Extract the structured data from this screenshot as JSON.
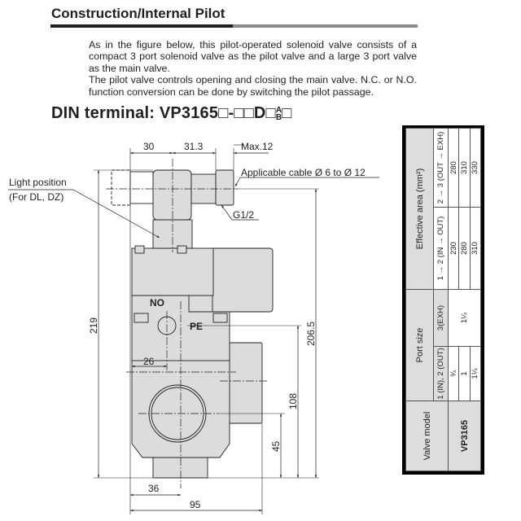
{
  "section_title": "Construction/Internal Pilot",
  "description": [
    "As in the figure below, this pilot-operated solenoid valve consists of a compact 3 port solenoid valve as the pilot valve and a large 3 port valve as the main valve.",
    "The pilot valve controls opening and closing the main valve. N.C. or N.O. function conversion can be done by switching the pilot passage."
  ],
  "subtitle": "DIN terminal: VP3165□-□□D□",
  "subtitle_sup": "A",
  "subtitle_sub": "B",
  "subtitle_end": "□",
  "drawing": {
    "dim_30": "30",
    "dim_31_3": "31.3",
    "dim_max12": "Max.12",
    "cable_label": "Applicable cable Ø 6 to Ø 12",
    "g12_label": "G1/2",
    "light_position": "Light position",
    "light_position_note": "(For DL, DZ)",
    "no_label": "NO",
    "pe_label": "PE",
    "dim_219": "219",
    "dim_206_5": "206.5",
    "dim_26": "26",
    "dim_108": "108",
    "dim_45": "45",
    "dim_36": "36",
    "dim_95": "95"
  },
  "table": {
    "headers": {
      "valve_model": "Valve model",
      "port_size": "Port size",
      "port_in_out": "1 (IN), 2 (OUT)",
      "port_exh": "3(EXH)",
      "effective_area": "Effective area (mm²)",
      "area_in_out": "1 → 2 (IN → OUT)",
      "area_out_exh": "2 → 3 (OUT → EXH)"
    },
    "model": "VP3165",
    "exh_size": "1¼",
    "rows": [
      {
        "port": "¾",
        "area_12": "230",
        "area_23": "280"
      },
      {
        "port": "1",
        "area_12": "280",
        "area_23": "310"
      },
      {
        "port": "1¼",
        "area_12": "310",
        "area_23": "330"
      }
    ]
  }
}
